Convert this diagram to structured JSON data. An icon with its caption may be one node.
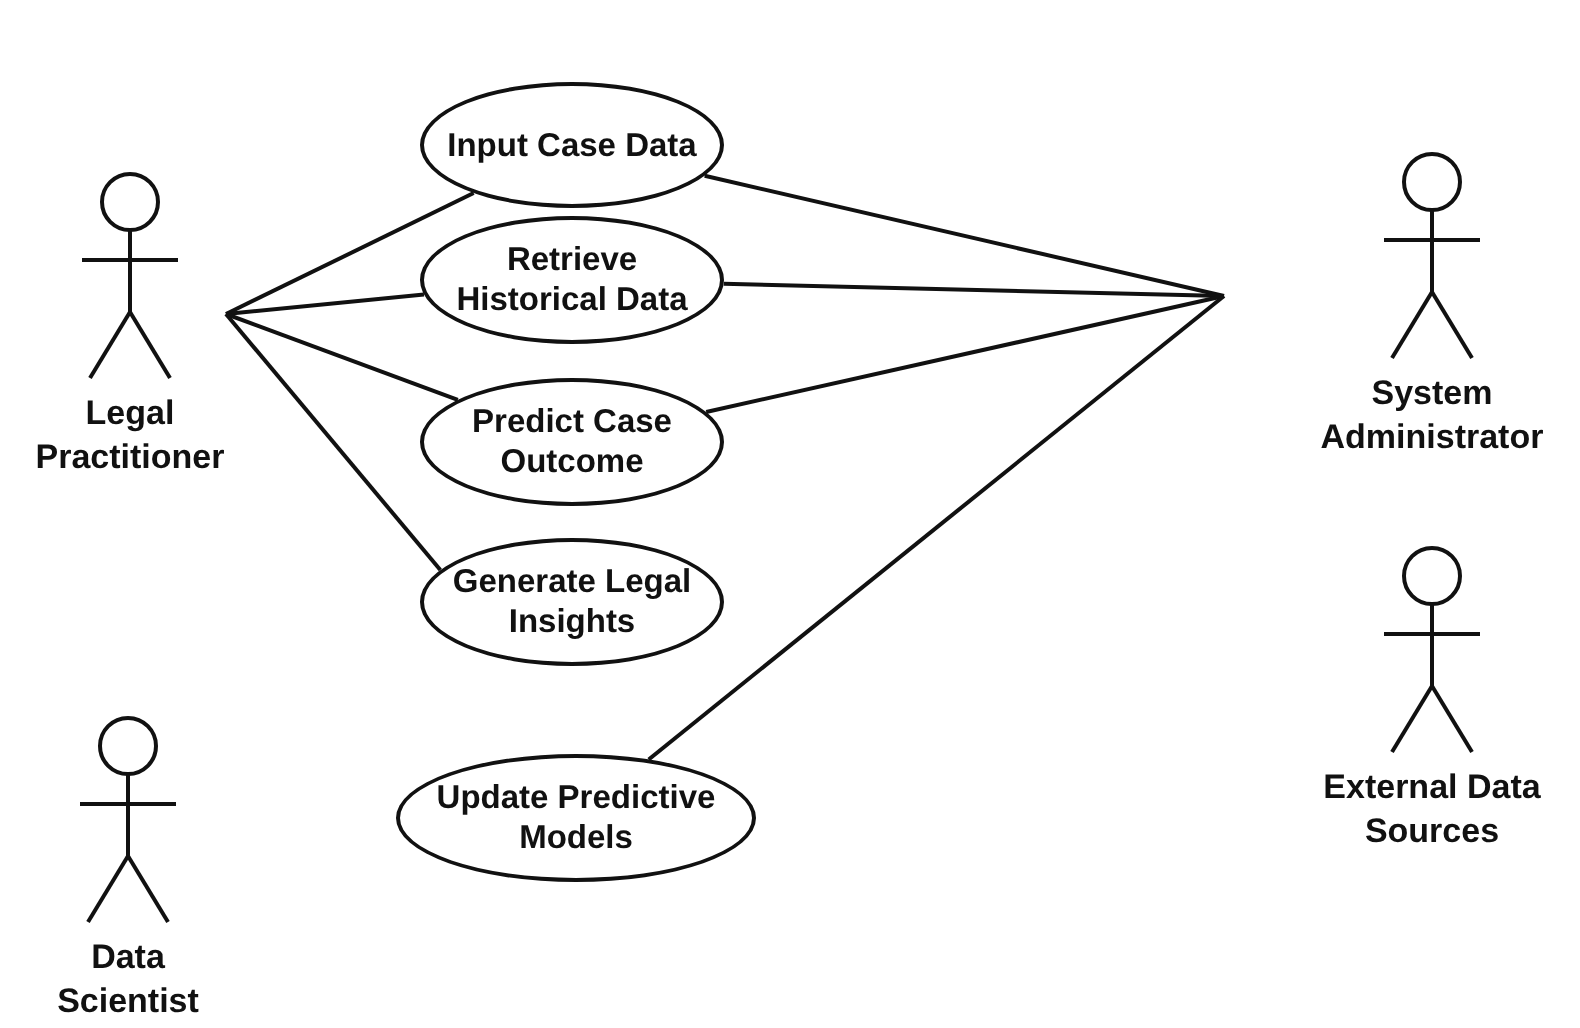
{
  "diagram": {
    "nodes": [
      {
        "text": [
          "Legal Practitioner"
        ]
      },
      {
        "text": [
          "Input Case Data"
        ]
      },
      {
        "text": [
          "Retrieve Historical Data"
        ]
      },
      {
        "text": [
          "Predict Case Outcome"
        ]
      },
      {
        "text": [
          "Generate Legal Insights"
        ]
      },
      {
        "text": [
          "Update Predictive Models"
        ]
      },
      {
        "text": [
          "Data Scientist"
        ]
      },
      {
        "text": [
          "System Administrator"
        ]
      },
      {
        "text": [
          "External Data Sources"
        ]
      }
    ],
    "edges": [
      {
        "from": 0,
        "to": 1,
        "arrow": "none"
      },
      {
        "from": 0,
        "to": 2,
        "arrow": "none"
      },
      {
        "from": 0,
        "to": 3,
        "arrow": "none"
      },
      {
        "from": 0,
        "to": 4,
        "arrow": "none"
      },
      {
        "from": 7,
        "to": 1,
        "arrow": "none"
      },
      {
        "from": 7,
        "to": 2,
        "arrow": "none"
      },
      {
        "from": 7,
        "to": 3,
        "arrow": "none"
      },
      {
        "from": 7,
        "to": 5,
        "arrow": "none"
      }
    ]
  }
}
